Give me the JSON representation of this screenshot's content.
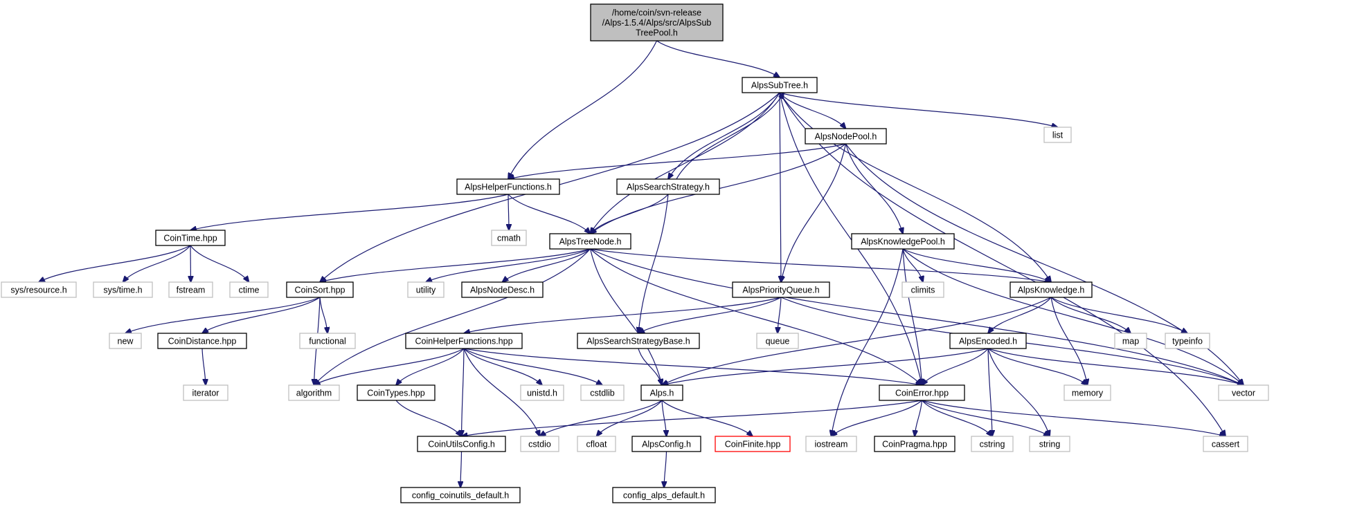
{
  "diagram": {
    "colors": {
      "edge": "#191970",
      "root_fill": "#bfbfbf",
      "system_header_border": "#bfbfbf",
      "missing_border": "#ff0000",
      "node_border": "#000000"
    },
    "nodes": [
      {
        "id": "root",
        "lines": [
          "/home/coin/svn-release",
          "/Alps-1.5.4/Alps/src/AlpsSub",
          "TreePool.h"
        ],
        "kind": "root"
      },
      {
        "id": "AlpsSubTree",
        "lines": [
          "AlpsSubTree.h"
        ],
        "kind": "project"
      },
      {
        "id": "AlpsNodePool",
        "lines": [
          "AlpsNodePool.h"
        ],
        "kind": "project"
      },
      {
        "id": "list",
        "lines": [
          "list"
        ],
        "kind": "system"
      },
      {
        "id": "AlpsHelperFunctions",
        "lines": [
          "AlpsHelperFunctions.h"
        ],
        "kind": "project"
      },
      {
        "id": "AlpsSearchStrategy",
        "lines": [
          "AlpsSearchStrategy.h"
        ],
        "kind": "project"
      },
      {
        "id": "CoinTime",
        "lines": [
          "CoinTime.hpp"
        ],
        "kind": "project"
      },
      {
        "id": "cmath",
        "lines": [
          "cmath"
        ],
        "kind": "system"
      },
      {
        "id": "AlpsTreeNode",
        "lines": [
          "AlpsTreeNode.h"
        ],
        "kind": "project"
      },
      {
        "id": "AlpsKnowledgePool",
        "lines": [
          "AlpsKnowledgePool.h"
        ],
        "kind": "project"
      },
      {
        "id": "sysresource",
        "lines": [
          "sys/resource.h"
        ],
        "kind": "system"
      },
      {
        "id": "systime",
        "lines": [
          "sys/time.h"
        ],
        "kind": "system"
      },
      {
        "id": "fstream",
        "lines": [
          "fstream"
        ],
        "kind": "system"
      },
      {
        "id": "ctime",
        "lines": [
          "ctime"
        ],
        "kind": "system"
      },
      {
        "id": "CoinSort",
        "lines": [
          "CoinSort.hpp"
        ],
        "kind": "project"
      },
      {
        "id": "utility",
        "lines": [
          "utility"
        ],
        "kind": "system"
      },
      {
        "id": "AlpsNodeDesc",
        "lines": [
          "AlpsNodeDesc.h"
        ],
        "kind": "project"
      },
      {
        "id": "AlpsPriorityQueue",
        "lines": [
          "AlpsPriorityQueue.h"
        ],
        "kind": "project"
      },
      {
        "id": "climits",
        "lines": [
          "climits"
        ],
        "kind": "system"
      },
      {
        "id": "AlpsKnowledge",
        "lines": [
          "AlpsKnowledge.h"
        ],
        "kind": "project"
      },
      {
        "id": "new",
        "lines": [
          "new"
        ],
        "kind": "system"
      },
      {
        "id": "CoinDistance",
        "lines": [
          "CoinDistance.hpp"
        ],
        "kind": "project"
      },
      {
        "id": "functional",
        "lines": [
          "functional"
        ],
        "kind": "system"
      },
      {
        "id": "CoinHelperFunctions",
        "lines": [
          "CoinHelperFunctions.hpp"
        ],
        "kind": "project"
      },
      {
        "id": "AlpsSearchStrategyBase",
        "lines": [
          "AlpsSearchStrategyBase.h"
        ],
        "kind": "project"
      },
      {
        "id": "queue",
        "lines": [
          "queue"
        ],
        "kind": "system"
      },
      {
        "id": "AlpsEncoded",
        "lines": [
          "AlpsEncoded.h"
        ],
        "kind": "project"
      },
      {
        "id": "map",
        "lines": [
          "map"
        ],
        "kind": "system"
      },
      {
        "id": "typeinfo",
        "lines": [
          "typeinfo"
        ],
        "kind": "system"
      },
      {
        "id": "iterator",
        "lines": [
          "iterator"
        ],
        "kind": "system"
      },
      {
        "id": "algorithm",
        "lines": [
          "algorithm"
        ],
        "kind": "system"
      },
      {
        "id": "CoinTypes",
        "lines": [
          "CoinTypes.hpp"
        ],
        "kind": "project"
      },
      {
        "id": "unistd",
        "lines": [
          "unistd.h"
        ],
        "kind": "system"
      },
      {
        "id": "cstdlib",
        "lines": [
          "cstdlib"
        ],
        "kind": "system"
      },
      {
        "id": "Alps",
        "lines": [
          "Alps.h"
        ],
        "kind": "project"
      },
      {
        "id": "CoinError",
        "lines": [
          "CoinError.hpp"
        ],
        "kind": "project"
      },
      {
        "id": "memory",
        "lines": [
          "memory"
        ],
        "kind": "system"
      },
      {
        "id": "vector",
        "lines": [
          "vector"
        ],
        "kind": "system"
      },
      {
        "id": "CoinUtilsConfig",
        "lines": [
          "CoinUtilsConfig.h"
        ],
        "kind": "project"
      },
      {
        "id": "cstdio",
        "lines": [
          "cstdio"
        ],
        "kind": "system"
      },
      {
        "id": "cfloat",
        "lines": [
          "cfloat"
        ],
        "kind": "system"
      },
      {
        "id": "AlpsConfig",
        "lines": [
          "AlpsConfig.h"
        ],
        "kind": "project"
      },
      {
        "id": "CoinFinite",
        "lines": [
          "CoinFinite.hpp"
        ],
        "kind": "missing"
      },
      {
        "id": "iostream",
        "lines": [
          "iostream"
        ],
        "kind": "system"
      },
      {
        "id": "CoinPragma",
        "lines": [
          "CoinPragma.hpp"
        ],
        "kind": "project"
      },
      {
        "id": "cstring",
        "lines": [
          "cstring"
        ],
        "kind": "system"
      },
      {
        "id": "string",
        "lines": [
          "string"
        ],
        "kind": "system"
      },
      {
        "id": "cassert",
        "lines": [
          "cassert"
        ],
        "kind": "system"
      },
      {
        "id": "config_coinutils_default",
        "lines": [
          "config_coinutils_default.h"
        ],
        "kind": "project"
      },
      {
        "id": "config_alps_default",
        "lines": [
          "config_alps_default.h"
        ],
        "kind": "project"
      }
    ],
    "edges": [
      [
        "root",
        "AlpsSubTree"
      ],
      [
        "root",
        "AlpsHelperFunctions"
      ],
      [
        "AlpsSubTree",
        "AlpsNodePool"
      ],
      [
        "AlpsSubTree",
        "list"
      ],
      [
        "AlpsSubTree",
        "AlpsSearchStrategy"
      ],
      [
        "AlpsSubTree",
        "AlpsTreeNode"
      ],
      [
        "AlpsSubTree",
        "CoinSort"
      ],
      [
        "AlpsSubTree",
        "AlpsPriorityQueue"
      ],
      [
        "AlpsSubTree",
        "AlpsKnowledge"
      ],
      [
        "AlpsSubTree",
        "CoinError"
      ],
      [
        "AlpsSubTree",
        "cassert"
      ],
      [
        "AlpsNodePool",
        "AlpsHelperFunctions"
      ],
      [
        "AlpsNodePool",
        "AlpsTreeNode"
      ],
      [
        "AlpsNodePool",
        "AlpsPriorityQueue"
      ],
      [
        "AlpsNodePool",
        "AlpsKnowledgePool"
      ],
      [
        "AlpsNodePool",
        "vector"
      ],
      [
        "AlpsSearchStrategy",
        "AlpsSubTree"
      ],
      [
        "AlpsSearchStrategy",
        "AlpsTreeNode"
      ],
      [
        "AlpsSearchStrategy",
        "AlpsSearchStrategyBase"
      ],
      [
        "AlpsHelperFunctions",
        "CoinTime"
      ],
      [
        "AlpsHelperFunctions",
        "cmath"
      ],
      [
        "AlpsHelperFunctions",
        "AlpsTreeNode"
      ],
      [
        "CoinTime",
        "sysresource"
      ],
      [
        "CoinTime",
        "systime"
      ],
      [
        "CoinTime",
        "fstream"
      ],
      [
        "CoinTime",
        "ctime"
      ],
      [
        "AlpsTreeNode",
        "CoinSort"
      ],
      [
        "AlpsTreeNode",
        "utility"
      ],
      [
        "AlpsTreeNode",
        "AlpsNodeDesc"
      ],
      [
        "AlpsTreeNode",
        "algorithm"
      ],
      [
        "AlpsTreeNode",
        "AlpsKnowledge"
      ],
      [
        "AlpsTreeNode",
        "Alps"
      ],
      [
        "AlpsTreeNode",
        "CoinError"
      ],
      [
        "AlpsTreeNode",
        "vector"
      ],
      [
        "AlpsKnowledgePool",
        "climits"
      ],
      [
        "AlpsKnowledgePool",
        "AlpsKnowledge"
      ],
      [
        "AlpsKnowledgePool",
        "iostream"
      ],
      [
        "AlpsKnowledgePool",
        "CoinError"
      ],
      [
        "AlpsKnowledgePool",
        "vector"
      ],
      [
        "CoinSort",
        "new"
      ],
      [
        "CoinSort",
        "CoinDistance"
      ],
      [
        "CoinSort",
        "functional"
      ],
      [
        "CoinSort",
        "algorithm"
      ],
      [
        "CoinDistance",
        "iterator"
      ],
      [
        "AlpsPriorityQueue",
        "CoinHelperFunctions"
      ],
      [
        "AlpsPriorityQueue",
        "AlpsSearchStrategyBase"
      ],
      [
        "AlpsPriorityQueue",
        "queue"
      ],
      [
        "AlpsPriorityQueue",
        "vector"
      ],
      [
        "AlpsKnowledge",
        "AlpsEncoded"
      ],
      [
        "AlpsKnowledge",
        "map"
      ],
      [
        "AlpsKnowledge",
        "typeinfo"
      ],
      [
        "AlpsKnowledge",
        "memory"
      ],
      [
        "AlpsKnowledge",
        "Alps"
      ],
      [
        "CoinHelperFunctions",
        "algorithm"
      ],
      [
        "CoinHelperFunctions",
        "CoinTypes"
      ],
      [
        "CoinHelperFunctions",
        "unistd"
      ],
      [
        "CoinHelperFunctions",
        "cstdlib"
      ],
      [
        "CoinHelperFunctions",
        "CoinUtilsConfig"
      ],
      [
        "CoinHelperFunctions",
        "cstdio"
      ],
      [
        "CoinHelperFunctions",
        "CoinError"
      ],
      [
        "AlpsSearchStrategyBase",
        "Alps"
      ],
      [
        "AlpsEncoded",
        "Alps"
      ],
      [
        "AlpsEncoded",
        "CoinError"
      ],
      [
        "AlpsEncoded",
        "memory"
      ],
      [
        "AlpsEncoded",
        "vector"
      ],
      [
        "AlpsEncoded",
        "cstring"
      ],
      [
        "AlpsEncoded",
        "string"
      ],
      [
        "CoinTypes",
        "CoinUtilsConfig"
      ],
      [
        "Alps",
        "cstdio"
      ],
      [
        "Alps",
        "cfloat"
      ],
      [
        "Alps",
        "AlpsConfig"
      ],
      [
        "Alps",
        "CoinFinite"
      ],
      [
        "CoinError",
        "CoinUtilsConfig"
      ],
      [
        "CoinError",
        "iostream"
      ],
      [
        "CoinError",
        "CoinPragma"
      ],
      [
        "CoinError",
        "cstring"
      ],
      [
        "CoinError",
        "string"
      ],
      [
        "CoinError",
        "cassert"
      ],
      [
        "CoinUtilsConfig",
        "config_coinutils_default"
      ],
      [
        "AlpsConfig",
        "config_alps_default"
      ]
    ]
  }
}
